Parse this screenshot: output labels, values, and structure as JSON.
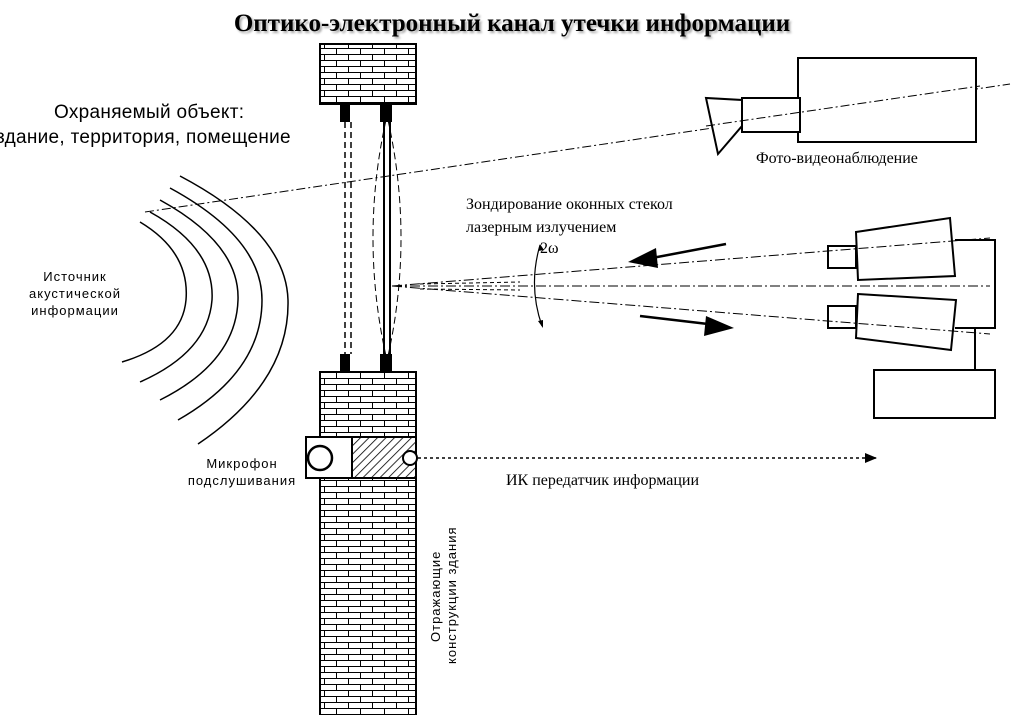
{
  "title": "Оптико-электронный  канал утечки информации",
  "labels": {
    "protected_line1": "Охраняемый объект:",
    "protected_line2": "здание, территория, помещение",
    "photo_video": "Фото-видеонаблюдение",
    "probing_line1": "Зондирование оконных стекол",
    "probing_line2": "лазерным излучением",
    "angle": "2ω",
    "acoustic_line1": "Источник",
    "acoustic_line2": "акустической",
    "acoustic_line3": "информации",
    "microphone_line1": "Микрофон",
    "microphone_line2": "подслушивания",
    "ir_transmitter": "ИК передатчик информации",
    "reflecting_line1": "Отражающие",
    "reflecting_line2": "конструкции здания"
  }
}
